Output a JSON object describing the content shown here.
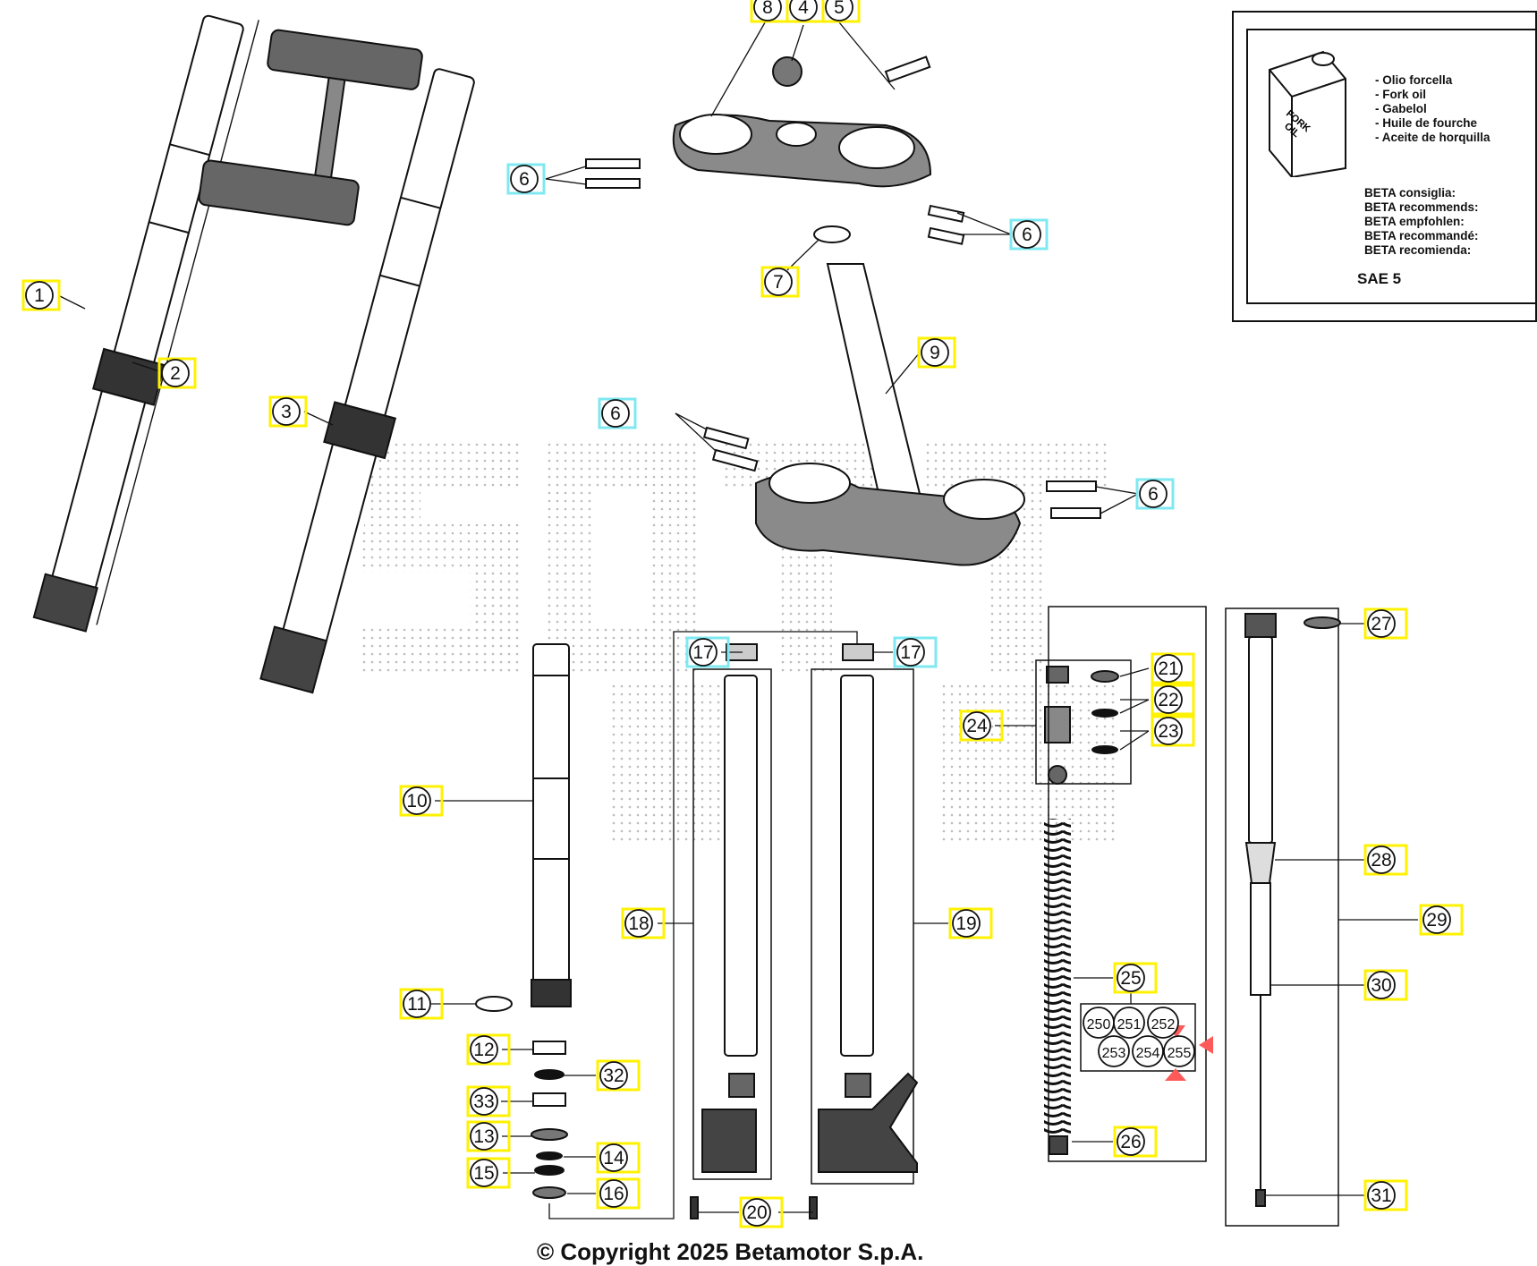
{
  "callouts": [
    {
      "n": "1",
      "hl": "y"
    },
    {
      "n": "2",
      "hl": "y"
    },
    {
      "n": "3",
      "hl": "y"
    },
    {
      "n": "4",
      "hl": "y"
    },
    {
      "n": "5",
      "hl": "y"
    },
    {
      "n": "6",
      "hl": "c"
    },
    {
      "n": "6",
      "hl": "c"
    },
    {
      "n": "6",
      "hl": "c"
    },
    {
      "n": "6",
      "hl": "c"
    },
    {
      "n": "7",
      "hl": "y"
    },
    {
      "n": "8",
      "hl": "y"
    },
    {
      "n": "9",
      "hl": "y"
    },
    {
      "n": "10",
      "hl": "y"
    },
    {
      "n": "11",
      "hl": "y"
    },
    {
      "n": "12",
      "hl": "y"
    },
    {
      "n": "13",
      "hl": "y"
    },
    {
      "n": "14",
      "hl": "y"
    },
    {
      "n": "15",
      "hl": "y"
    },
    {
      "n": "16",
      "hl": "y"
    },
    {
      "n": "17",
      "hl": "c"
    },
    {
      "n": "17",
      "hl": "c"
    },
    {
      "n": "18",
      "hl": "y"
    },
    {
      "n": "19",
      "hl": "y"
    },
    {
      "n": "20",
      "hl": "y"
    },
    {
      "n": "21",
      "hl": "y"
    },
    {
      "n": "22",
      "hl": "y"
    },
    {
      "n": "23",
      "hl": "y"
    },
    {
      "n": "24",
      "hl": "y"
    },
    {
      "n": "25",
      "hl": "y"
    },
    {
      "n": "26",
      "hl": "y"
    },
    {
      "n": "27",
      "hl": "y"
    },
    {
      "n": "28",
      "hl": "y"
    },
    {
      "n": "29",
      "hl": "y"
    },
    {
      "n": "30",
      "hl": "y"
    },
    {
      "n": "31",
      "hl": "y"
    },
    {
      "n": "32",
      "hl": "y"
    },
    {
      "n": "33",
      "hl": "y"
    },
    {
      "n": "250",
      "hl": "n"
    },
    {
      "n": "251",
      "hl": "n"
    },
    {
      "n": "252",
      "hl": "n"
    },
    {
      "n": "253",
      "hl": "n"
    },
    {
      "n": "254",
      "hl": "n"
    },
    {
      "n": "255",
      "hl": "n"
    }
  ],
  "oil_box": {
    "can_label_1": "FORK",
    "can_label_2": "OIL",
    "oil_names": [
      "- Olio forcella",
      "- Fork oil",
      "- Gabelol",
      "- Huile de fourche",
      "- Aceite de horquilla"
    ],
    "recommend": [
      "BETA consiglia:",
      "BETA recommends:",
      "BETA empfohlen:",
      "BETA recommandé:",
      "BETA recomienda:"
    ],
    "grade": "SAE 5"
  },
  "copyright": "© Copyright 2025 Betamotor S.p.A.",
  "colors": {
    "highlight_yellow": "#fff200",
    "highlight_cyan": "#7fe8f0",
    "marker_red": "#ff5a5a",
    "ink": "#111111"
  }
}
